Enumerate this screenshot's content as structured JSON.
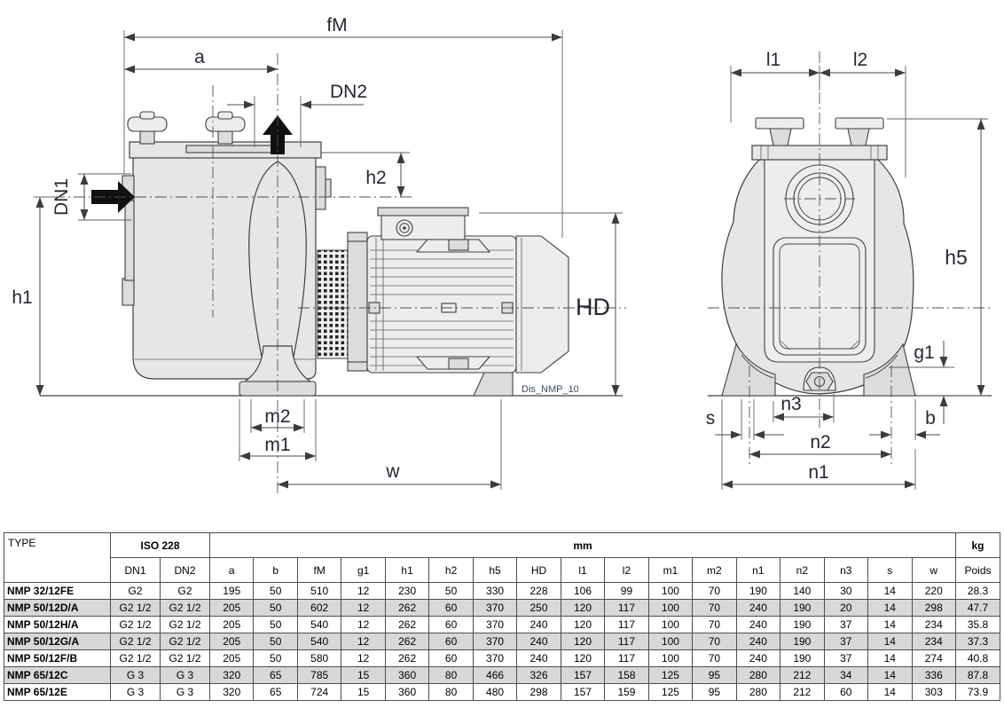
{
  "drawing": {
    "code_label": "Dis_NMP_10",
    "side": {
      "fM": "fM",
      "a": "a",
      "dn2": "DN2",
      "h2": "h2",
      "dn1": "DN1",
      "h1": "h1",
      "hd": "HD",
      "m2": "m2",
      "m1": "m1",
      "w": "w"
    },
    "front": {
      "l1": "l1",
      "l2": "l2",
      "h5": "h5",
      "g1": "g1",
      "b": "b",
      "s": "s",
      "n3": "n3",
      "n2": "n2",
      "n1": "n1"
    }
  },
  "table": {
    "group_headers": {
      "type": "TYPE",
      "iso": "ISO 228",
      "mm": "mm",
      "kg": "kg"
    },
    "sub_headers": [
      "DN1",
      "DN2",
      "a",
      "b",
      "fM",
      "g1",
      "h1",
      "h2",
      "h5",
      "HD",
      "l1",
      "l2",
      "m1",
      "m2",
      "n1",
      "n2",
      "n3",
      "s",
      "w",
      "Poids"
    ],
    "rows": [
      {
        "type": "NMP 32/12FE",
        "shaded": false,
        "cells": [
          "G2",
          "G2",
          "195",
          "50",
          "510",
          "12",
          "230",
          "50",
          "330",
          "228",
          "106",
          "99",
          "100",
          "70",
          "190",
          "140",
          "30",
          "14",
          "220",
          "28.3"
        ]
      },
      {
        "type": "NMP 50/12D/A",
        "shaded": true,
        "cells": [
          "G2 1/2",
          "G2 1/2",
          "205",
          "50",
          "602",
          "12",
          "262",
          "60",
          "370",
          "250",
          "120",
          "117",
          "100",
          "70",
          "240",
          "190",
          "20",
          "14",
          "298",
          "47.7"
        ]
      },
      {
        "type": "NMP 50/12H/A",
        "shaded": false,
        "cells": [
          "G2 1/2",
          "G2 1/2",
          "205",
          "50",
          "540",
          "12",
          "262",
          "60",
          "370",
          "240",
          "120",
          "117",
          "100",
          "70",
          "240",
          "190",
          "37",
          "14",
          "234",
          "35.8"
        ]
      },
      {
        "type": "NMP 50/12G/A",
        "shaded": true,
        "cells": [
          "G2 1/2",
          "G2 1/2",
          "205",
          "50",
          "540",
          "12",
          "262",
          "60",
          "370",
          "240",
          "120",
          "117",
          "100",
          "70",
          "240",
          "190",
          "37",
          "14",
          "234",
          "37.3"
        ]
      },
      {
        "type": "NMP 50/12F/B",
        "shaded": false,
        "cells": [
          "G2 1/2",
          "G2 1/2",
          "205",
          "50",
          "580",
          "12",
          "262",
          "60",
          "370",
          "240",
          "120",
          "117",
          "100",
          "70",
          "240",
          "190",
          "37",
          "14",
          "274",
          "40.8"
        ]
      },
      {
        "type": "NMP 65/12C",
        "shaded": true,
        "cells": [
          "G 3",
          "G 3",
          "320",
          "65",
          "785",
          "15",
          "360",
          "80",
          "466",
          "326",
          "157",
          "158",
          "125",
          "95",
          "280",
          "212",
          "34",
          "14",
          "336",
          "87.8"
        ]
      },
      {
        "type": "NMP 65/12E",
        "shaded": false,
        "cells": [
          "G 3",
          "G 3",
          "320",
          "65",
          "724",
          "15",
          "360",
          "80",
          "480",
          "298",
          "157",
          "159",
          "125",
          "95",
          "280",
          "212",
          "60",
          "14",
          "303",
          "73.9"
        ]
      }
    ]
  },
  "colors": {
    "line": "#3f3f3f",
    "label": "#232832",
    "body_fill": "#e6e6e6",
    "row_shade": "#d8d8d8",
    "table_border": "#4d4d4d",
    "code_text": "#3c4a63"
  }
}
